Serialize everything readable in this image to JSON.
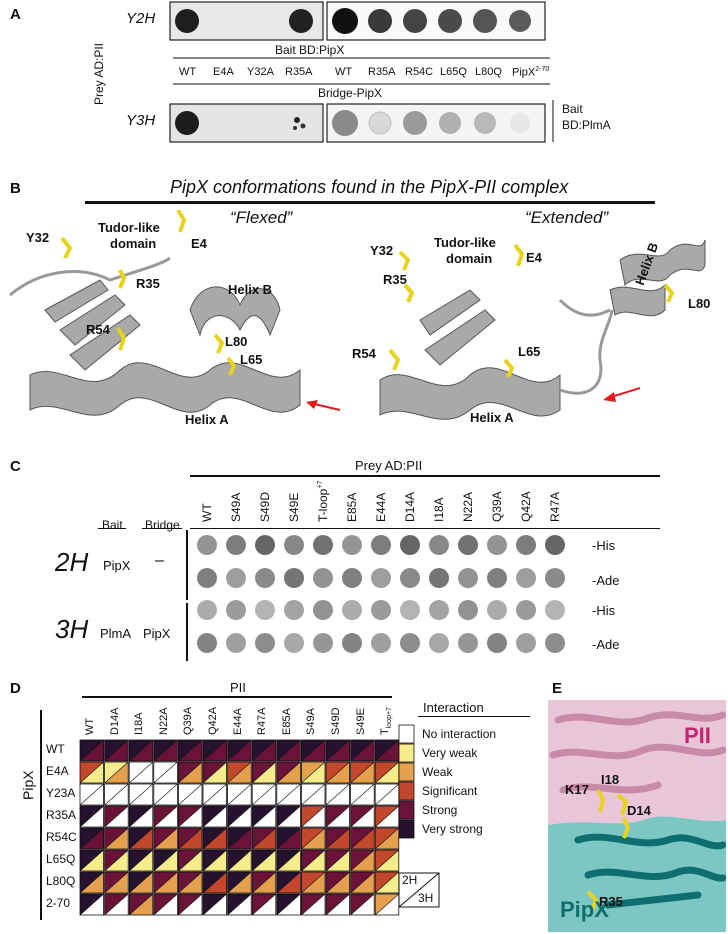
{
  "panelA": {
    "label": "A",
    "prey_axis": "Prey AD:PII",
    "row_y2h": "Y2H",
    "row_y3h": "Y3H",
    "bait_bd": "Bait BD:PipX",
    "bridge": "Bridge-PipX",
    "bait_plma": "Bait",
    "bait_plma2": "BD:PlmA",
    "left_cols": [
      "WT",
      "E4A",
      "Y32A",
      "R35A"
    ],
    "right_cols": [
      "WT",
      "R35A",
      "R54C",
      "L65Q",
      "L80Q",
      "PipX"
    ],
    "pipx_sup": "2-70"
  },
  "panelB": {
    "label": "B",
    "title": "PipX conformations found in the PipX-PII complex",
    "flexed": "“Flexed”",
    "extended": "“Extended”",
    "tudor": "Tudor-like",
    "domain": "domain",
    "labels_left": [
      "Y32",
      "E4",
      "R35",
      "R54",
      "Helix B",
      "L80",
      "L65",
      "Helix A"
    ],
    "labels_right": [
      "Y32",
      "E4",
      "R35",
      "R54",
      "L65",
      "Helix A",
      "Helix B",
      "L80"
    ]
  },
  "panelC": {
    "label": "C",
    "prey": "Prey AD:PII",
    "bait_hdr": "Bait",
    "bridge_hdr": "Bridge",
    "cols": [
      "WT",
      "S49A",
      "S49D",
      "S49E",
      "T-loop",
      "E85A",
      "E44A",
      "D14A",
      "I18A",
      "N22A",
      "Q39A",
      "Q42A",
      "R47A"
    ],
    "tloop_sup": "+7",
    "h2": "2H",
    "h3": "3H",
    "bait_2h": "PipX",
    "bridge_2h": "–",
    "bait_3h": "PlmA",
    "bridge_3h": "PipX",
    "media": [
      "-His",
      "-Ade",
      "-His",
      "-Ade"
    ]
  },
  "panelD": {
    "label": "D",
    "top": "PII",
    "side": "PipX",
    "cols": [
      "WT",
      "D14A",
      "I18A",
      "N22A",
      "Q39A",
      "Q42A",
      "E44A",
      "R47A",
      "E85A",
      "S49A",
      "S49D",
      "S49E",
      "T"
    ],
    "tloop_sub": "loop+7",
    "rows": [
      "WT",
      "E4A",
      "Y23A",
      "R35A",
      "R54C",
      "L65Q",
      "L80Q",
      "2-70"
    ],
    "legend_title": "Interaction",
    "legend": [
      {
        "label": "No interaction",
        "color": "#ffffff"
      },
      {
        "label": "Very weak",
        "color": "#f7ec8c"
      },
      {
        "label": "Weak",
        "color": "#e5a04e"
      },
      {
        "label": "Significant",
        "color": "#c3472c"
      },
      {
        "label": "Strong",
        "color": "#6b1238"
      },
      {
        "label": "Very strong",
        "color": "#26112e"
      }
    ],
    "key_2h": "2H",
    "key_3h": "3H",
    "grid": [
      [
        [
          5,
          4
        ],
        [
          5,
          4
        ],
        [
          5,
          4
        ],
        [
          5,
          4
        ],
        [
          5,
          4
        ],
        [
          5,
          4
        ],
        [
          5,
          4
        ],
        [
          5,
          4
        ],
        [
          5,
          4
        ],
        [
          5,
          4
        ],
        [
          5,
          4
        ],
        [
          5,
          4
        ],
        [
          5,
          4
        ]
      ],
      [
        [
          3,
          1
        ],
        [
          1,
          2
        ],
        [
          0,
          0
        ],
        [
          0,
          0
        ],
        [
          4,
          2
        ],
        [
          4,
          1
        ],
        [
          3,
          2
        ],
        [
          4,
          1
        ],
        [
          4,
          2
        ],
        [
          2,
          1
        ],
        [
          3,
          2
        ],
        [
          3,
          2
        ],
        [
          3,
          1
        ]
      ],
      [
        [
          0,
          0
        ],
        [
          0,
          0
        ],
        [
          0,
          0
        ],
        [
          0,
          0
        ],
        [
          0,
          0
        ],
        [
          0,
          0
        ],
        [
          0,
          0
        ],
        [
          0,
          0
        ],
        [
          0,
          0
        ],
        [
          0,
          0
        ],
        [
          0,
          0
        ],
        [
          0,
          0
        ],
        [
          0,
          0
        ]
      ],
      [
        [
          5,
          0
        ],
        [
          4,
          0
        ],
        [
          5,
          0
        ],
        [
          4,
          0
        ],
        [
          4,
          0
        ],
        [
          5,
          0
        ],
        [
          5,
          0
        ],
        [
          5,
          0
        ],
        [
          5,
          0
        ],
        [
          3,
          0
        ],
        [
          4,
          0
        ],
        [
          4,
          0
        ],
        [
          3,
          0
        ]
      ],
      [
        [
          5,
          4
        ],
        [
          4,
          2
        ],
        [
          5,
          3
        ],
        [
          4,
          2
        ],
        [
          4,
          3
        ],
        [
          5,
          3
        ],
        [
          5,
          4
        ],
        [
          4,
          3
        ],
        [
          5,
          4
        ],
        [
          3,
          2
        ],
        [
          4,
          3
        ],
        [
          4,
          3
        ],
        [
          3,
          2
        ]
      ],
      [
        [
          5,
          1
        ],
        [
          4,
          1
        ],
        [
          5,
          1
        ],
        [
          5,
          1
        ],
        [
          4,
          1
        ],
        [
          5,
          1
        ],
        [
          5,
          1
        ],
        [
          5,
          1
        ],
        [
          5,
          1
        ],
        [
          4,
          1
        ],
        [
          4,
          1
        ],
        [
          4,
          2
        ],
        [
          3,
          1
        ]
      ],
      [
        [
          5,
          2
        ],
        [
          4,
          2
        ],
        [
          5,
          2
        ],
        [
          4,
          2
        ],
        [
          4,
          2
        ],
        [
          5,
          3
        ],
        [
          5,
          2
        ],
        [
          4,
          2
        ],
        [
          5,
          3
        ],
        [
          3,
          2
        ],
        [
          4,
          2
        ],
        [
          4,
          2
        ],
        [
          3,
          1
        ]
      ],
      [
        [
          5,
          0
        ],
        [
          4,
          0
        ],
        [
          4,
          2
        ],
        [
          4,
          0
        ],
        [
          4,
          0
        ],
        [
          5,
          0
        ],
        [
          5,
          0
        ],
        [
          4,
          0
        ],
        [
          5,
          0
        ],
        [
          4,
          0
        ],
        [
          4,
          0
        ],
        [
          4,
          0
        ],
        [
          2,
          0
        ]
      ]
    ]
  },
  "panelE": {
    "label": "E",
    "pii": "PII",
    "pipx": "PipX",
    "residues": [
      "K17",
      "I18",
      "D14",
      "R35"
    ]
  }
}
